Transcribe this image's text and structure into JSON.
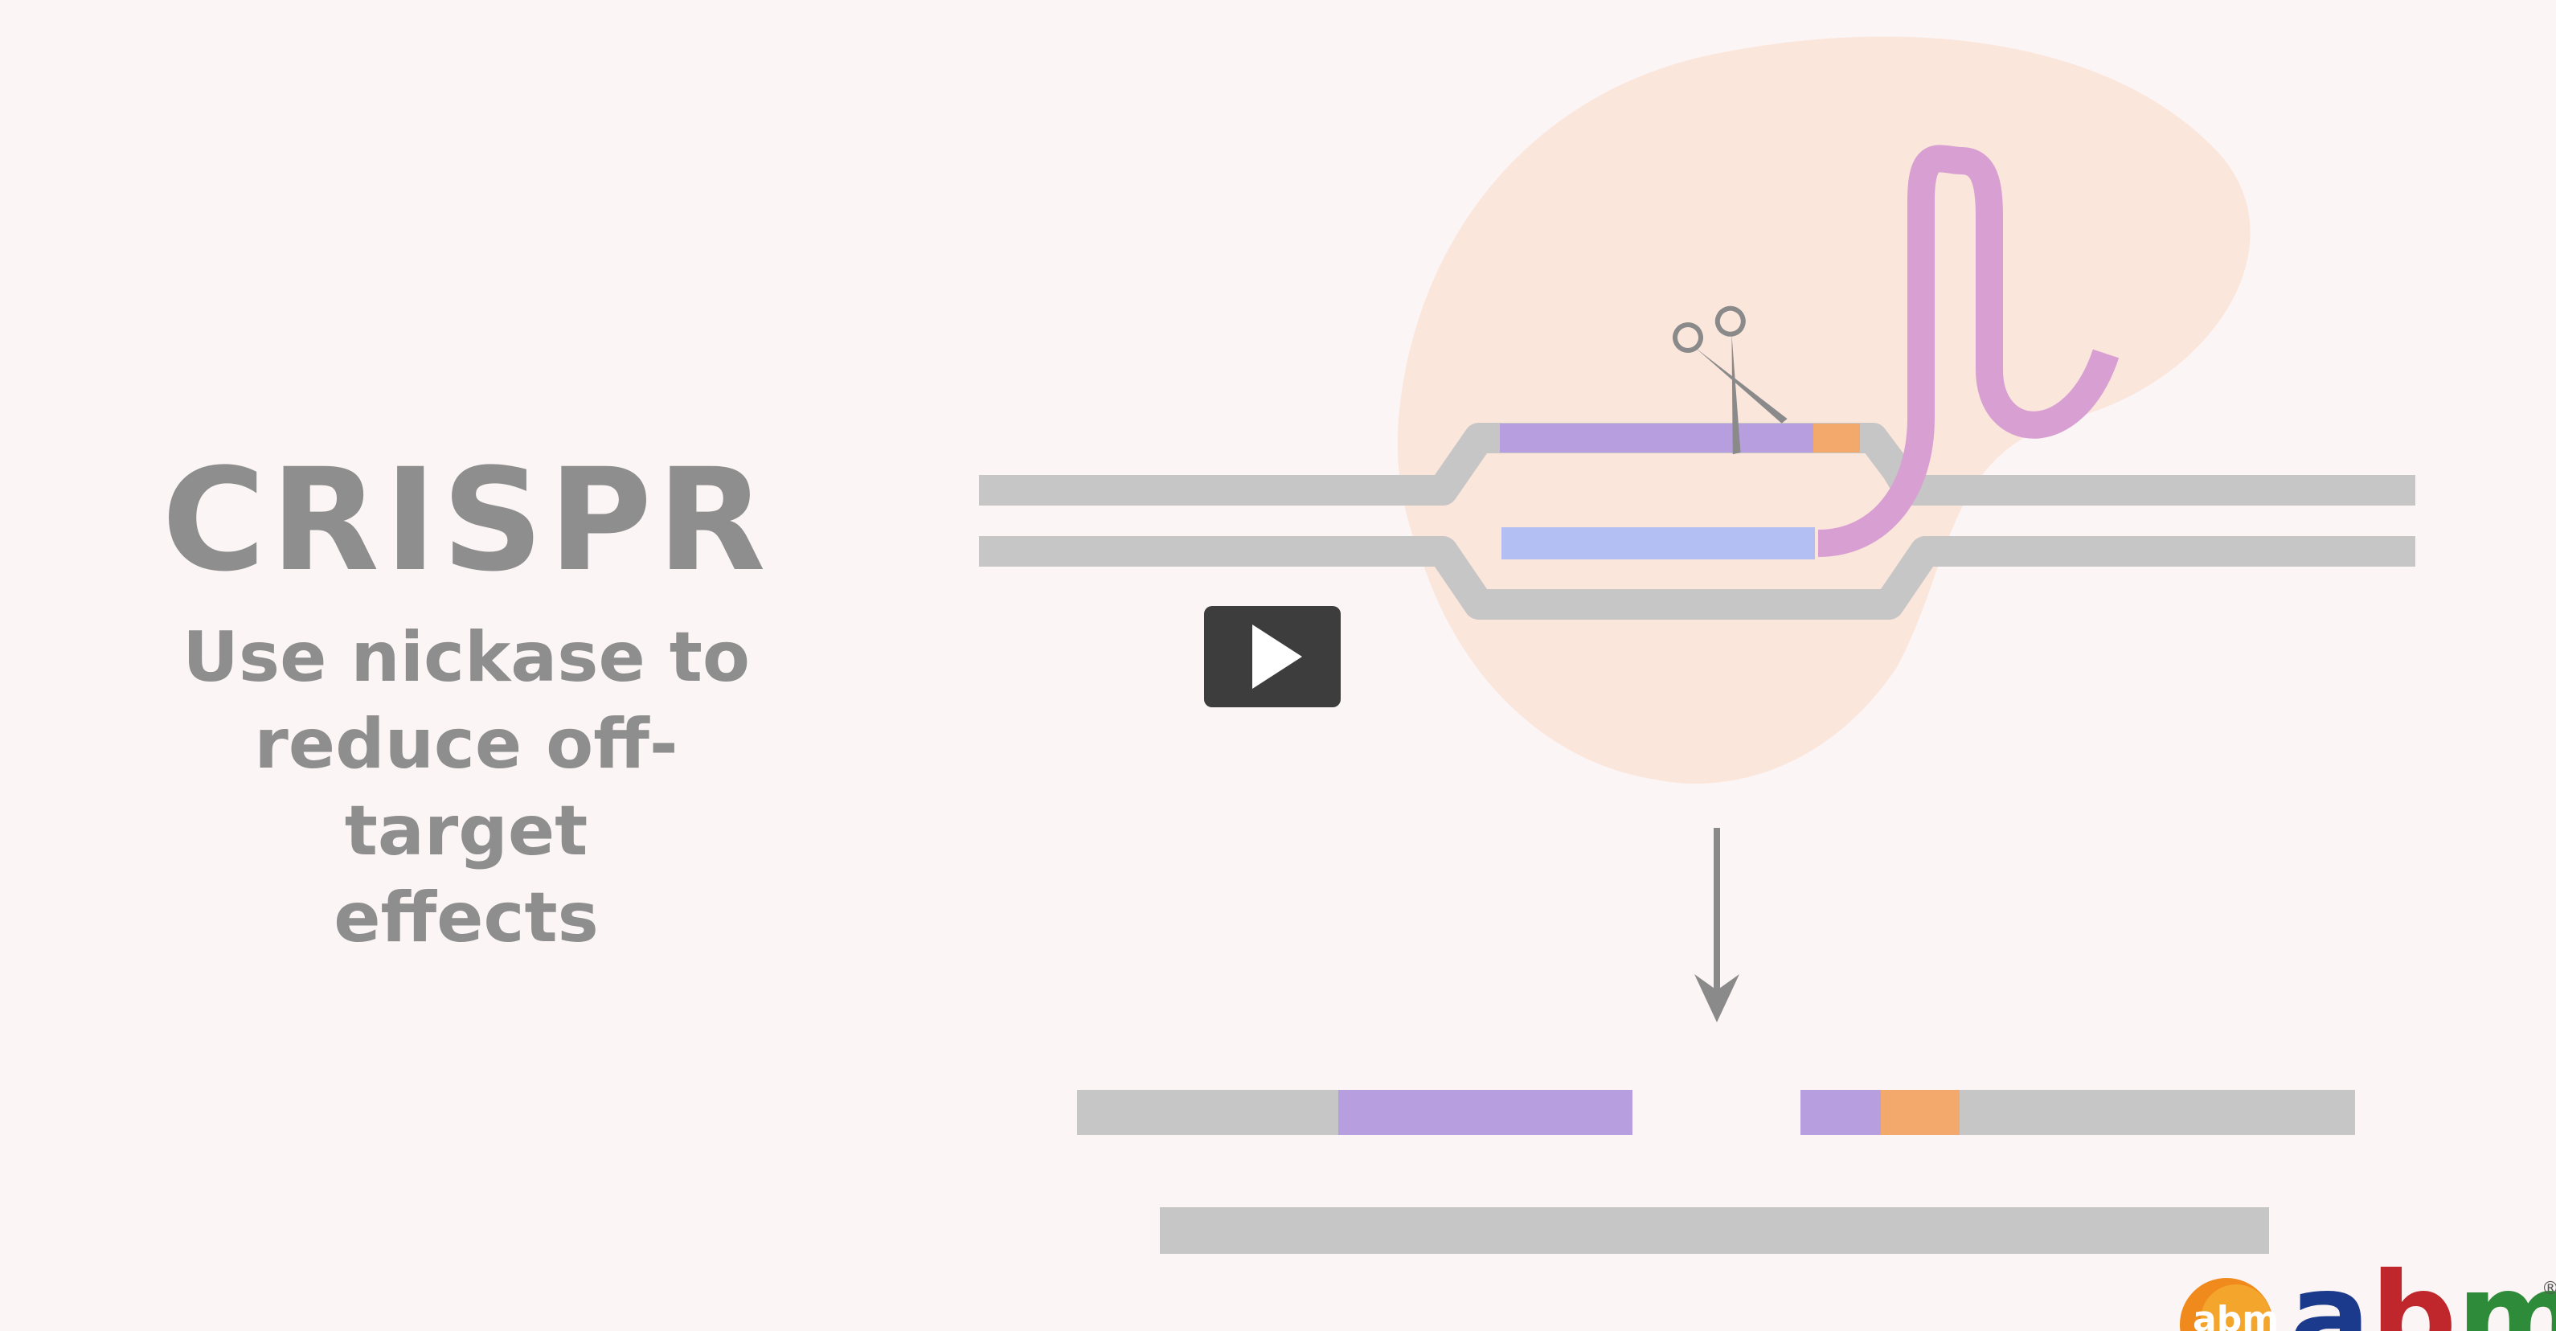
{
  "video": {
    "title": "CRISPR",
    "subtitle_lines": [
      "Use nickase to",
      "reduce off-target",
      "effects"
    ],
    "play_control": "play-icon"
  },
  "logo": {
    "badge_text": "abm",
    "wordmark": "abm",
    "registered_mark": "®"
  },
  "colors": {
    "background": "#fcf5f5",
    "protein_blob": "#fbe6dc",
    "dna_strand": "#c6c6c6",
    "guide_rna": "#d8a0d2",
    "target_sequence": "#b79fdf",
    "complement_sequence": "#b3bff3",
    "pam": "#f2a96b",
    "title_text": "#8e8e8e",
    "arrow": "#8a8a8a"
  },
  "icons": [
    "scissors-icon",
    "play-icon",
    "arrow-down-icon"
  ]
}
